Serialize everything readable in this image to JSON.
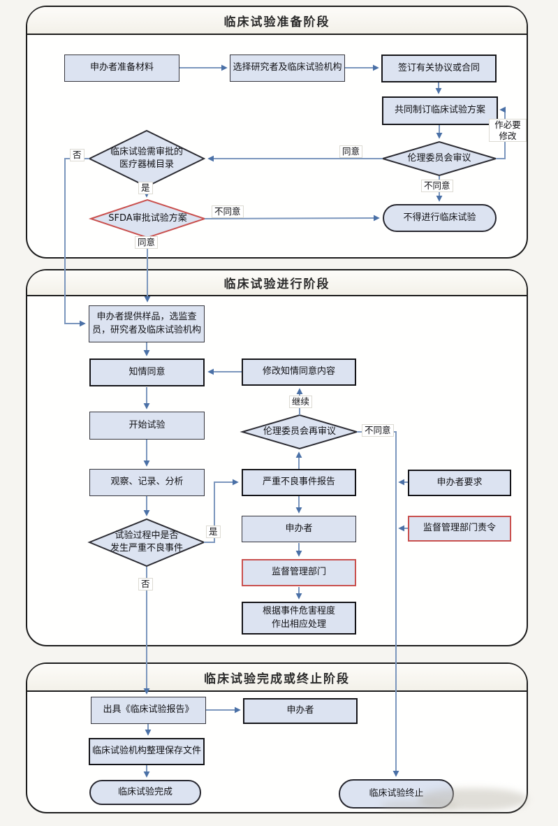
{
  "sections": {
    "prep": {
      "title": "临床试验准备阶段"
    },
    "conduct": {
      "title": "临床试验进行阶段"
    },
    "final": {
      "title": "临床试验完成或终止阶段"
    }
  },
  "nodes": {
    "sponsor_prepare": {
      "label": "申办者准备材料"
    },
    "select_org": {
      "label": "选择研究者及临床试验机构"
    },
    "sign_contract": {
      "label": "签订有关协议或合同"
    },
    "draft_protocol": {
      "label": "共同制订临床试验方案"
    },
    "ethics_review": {
      "label": "伦理委员会审议"
    },
    "device_catalog": {
      "label": "临床试验需审批的\n医疗器械目录"
    },
    "sfda_approval": {
      "label": "SFDA审批试验方案"
    },
    "no_trial": {
      "label": "不得进行临床试验"
    },
    "provide_samples": {
      "label": "申办者提供样品，选监查\n员，研究者及临床试验机构"
    },
    "informed_consent": {
      "label": "知情同意"
    },
    "modify_consent": {
      "label": "修改知情同意内容"
    },
    "start_trial": {
      "label": "开始试验"
    },
    "ethics_rereview": {
      "label": "伦理委员会再审议"
    },
    "observe_record": {
      "label": "观察、记录、分析"
    },
    "sae_report": {
      "label": "严重不良事件报告"
    },
    "sponsor_request": {
      "label": "申办者要求"
    },
    "regulator_order": {
      "label": "监督管理部门责令"
    },
    "sponsor_mid": {
      "label": "申办者"
    },
    "sae_question": {
      "label": "试验过程中是否\n发生严重不良事件"
    },
    "regulator": {
      "label": "监督管理部门"
    },
    "handle_event": {
      "label": "根据事件危害程度\n作出相应处理"
    },
    "issue_report": {
      "label": "出具《临床试验报告》"
    },
    "sponsor_final": {
      "label": "申办者"
    },
    "archive_files": {
      "label": "临床试验机构整理保存文件"
    },
    "trial_complete": {
      "label": "临床试验完成"
    },
    "trial_terminate": {
      "label": "临床试验终止"
    }
  },
  "edge_labels": {
    "no1": "否",
    "yes1": "是",
    "agree1": "同意",
    "disagree1": "不同意",
    "make_mods": "作必要\n修改",
    "disagree2": "不同意",
    "agree2": "同意",
    "continue1": "继续",
    "disagree3": "不同意",
    "yes2": "是",
    "no2": "否"
  },
  "colors": {
    "node_fill": "#dce3f1",
    "node_border": "#34343c",
    "red_border": "#c9504e",
    "arrow_line": "#7b96bd",
    "arrow_head": "#4a70a6",
    "container_border": "#1c1c1c"
  }
}
